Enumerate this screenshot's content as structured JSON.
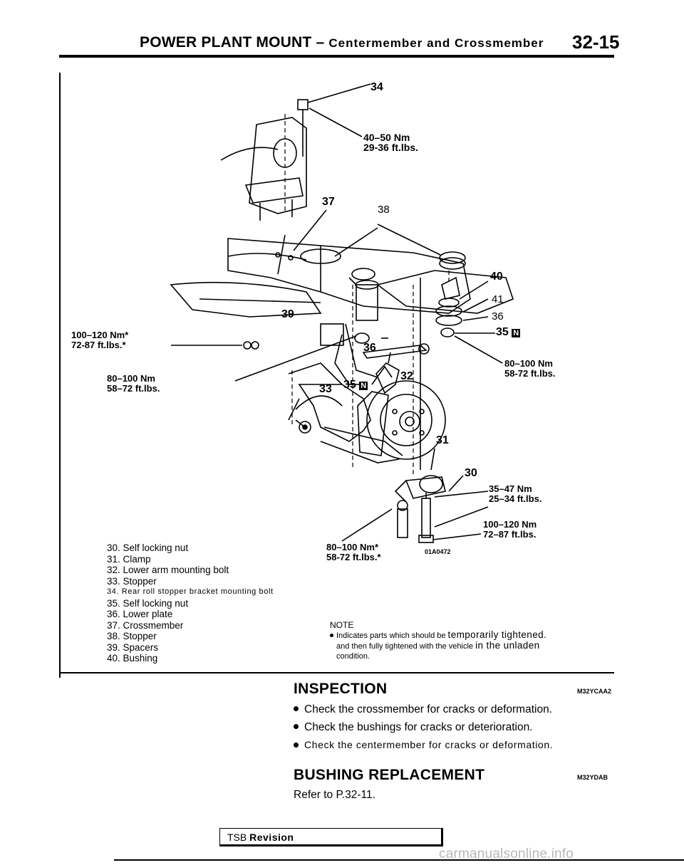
{
  "header": {
    "section": "POWER PLANT MOUNT",
    "dash": "–",
    "subsection": "Centermember and Crossmember",
    "page_number": "32-15"
  },
  "figure": {
    "code": "01A0472",
    "callouts": {
      "c34": "34",
      "c37": "37",
      "c38": "38",
      "c40": "40",
      "c41": "41",
      "c36a": "36",
      "c35a": "35",
      "c39": "39",
      "c36b": "36",
      "c32": "32",
      "c33": "33",
      "c35b": "35",
      "c31": "31",
      "c30": "30"
    },
    "torques": {
      "t1_nm": "40–50 Nm",
      "t1_ft": "29-36 ft.lbs.",
      "t2_nm": "100–120 Nm*",
      "t2_ft": "72-87 ft.lbs.*",
      "t3_nm": "80–100 Nm",
      "t3_ft": "58–72 ft.lbs.",
      "t4_nm": "80–100 Nm",
      "t4_ft": "58-72 ft.lbs.",
      "t5_nm": "35–47 Nm",
      "t5_ft": "25–34 ft.lbs.",
      "t6_nm": "100–120 Nm",
      "t6_ft": "72–87 ft.lbs.",
      "t7_nm": "80–100 Nm*",
      "t7_ft": "58-72 ft.lbs.*"
    },
    "badge": "N"
  },
  "legend": [
    "30. Self locking nut",
    "31. Clamp",
    "32. Lower arm mounting bolt",
    "33. Stopper",
    "34. Rear roll stopper bracket mounting bolt",
    "35. Self locking nut",
    "36. Lower plate",
    "37. Crossmember",
    "38. Stopper",
    "39. Spacers",
    "40. Bushing"
  ],
  "note": {
    "title": "NOTE",
    "line1a": "Indicates parts which should be",
    "line1b": "temporarily tightened.",
    "line2a": "and then fully tightened with the vehicle",
    "line2b": "in the unladen",
    "line3": "condition."
  },
  "inspection": {
    "title": "INSPECTION",
    "code": "M32YCAA2",
    "items": [
      "Check the crossmember for cracks or deformation.",
      "Check the bushings for cracks or deterioration.",
      "Check the centermember for cracks or deformation."
    ]
  },
  "bushing": {
    "title": "BUSHING REPLACEMENT",
    "code": "M32YDAB",
    "text": "Refer to P.32-11."
  },
  "footer": {
    "tsb_prefix": "TSB",
    "tsb_label": "Revision",
    "watermark": "carmanualsonline.info"
  }
}
